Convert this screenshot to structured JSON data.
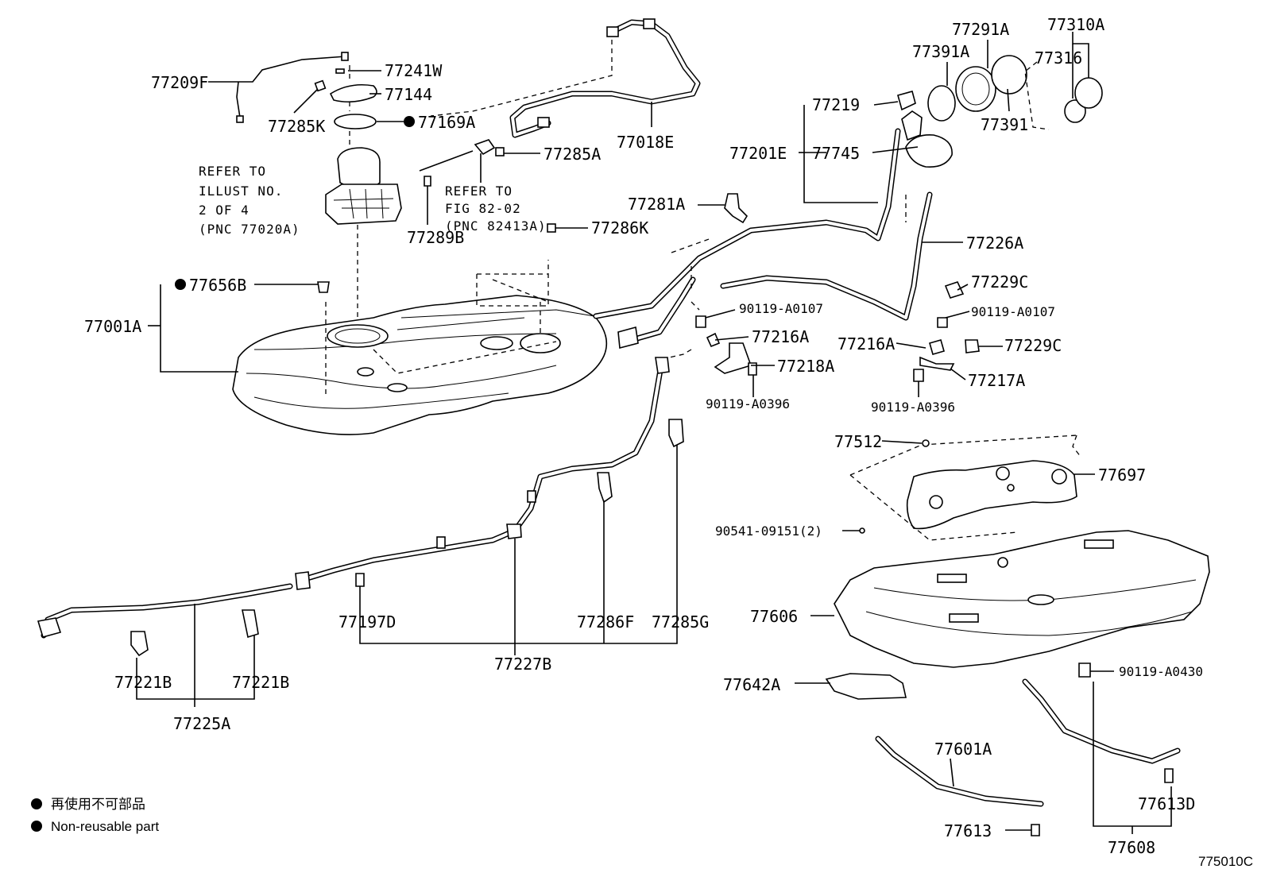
{
  "diagram_id": "775010C",
  "parts": {
    "p77209F": "77209F",
    "p77241W": "77241W",
    "p77144": "77144",
    "p77285K": "77285K",
    "p77169A": "77169A",
    "p77018E": "77018E",
    "p77285A": "77285A",
    "p77289B": "77289B",
    "p77286K": "77286K",
    "p77281A": "77281A",
    "p77656B": "77656B",
    "p77001A": "77001A",
    "p77291A": "77291A",
    "p77310A": "77310A",
    "p77391A": "77391A",
    "p77316": "77316",
    "p77219": "77219",
    "p77391": "77391",
    "p77201E": "77201E",
    "p77745": "77745",
    "p77226A": "77226A",
    "p77229C_1": "77229C",
    "p90119_A0107_1": "90119-A0107",
    "p90119_A0107_2": "90119-A0107",
    "p77216A_1": "77216A",
    "p77216A_2": "77216A",
    "p77229C_2": "77229C",
    "p77218A": "77218A",
    "p77217A": "77217A",
    "p90119_A0396_1": "90119-A0396",
    "p90119_A0396_2": "90119-A0396",
    "p77512": "77512",
    "p77697": "77697",
    "p90541": "90541-09151(2)",
    "p77606": "77606",
    "p90119_A0430": "90119-A0430",
    "p77642A": "77642A",
    "p77601A": "77601A",
    "p77613D": "77613D",
    "p77613": "77613",
    "p77608": "77608",
    "p77197D": "77197D",
    "p77286F": "77286F",
    "p77285G": "77285G",
    "p77227B": "77227B",
    "p77221B_1": "77221B",
    "p77221B_2": "77221B",
    "p77225A": "77225A"
  },
  "notes": {
    "refer1": [
      "REFER TO",
      "ILLUST NO.",
      "2 OF 4",
      "(PNC 77020A)"
    ],
    "refer2": [
      "REFER TO",
      "FIG 82-02",
      "(PNC 82413A)"
    ]
  },
  "legend": {
    "jp": "再使用不可部品",
    "en": "Non-reusable part"
  },
  "non_reusable_marked": [
    "77169A",
    "77656B"
  ]
}
